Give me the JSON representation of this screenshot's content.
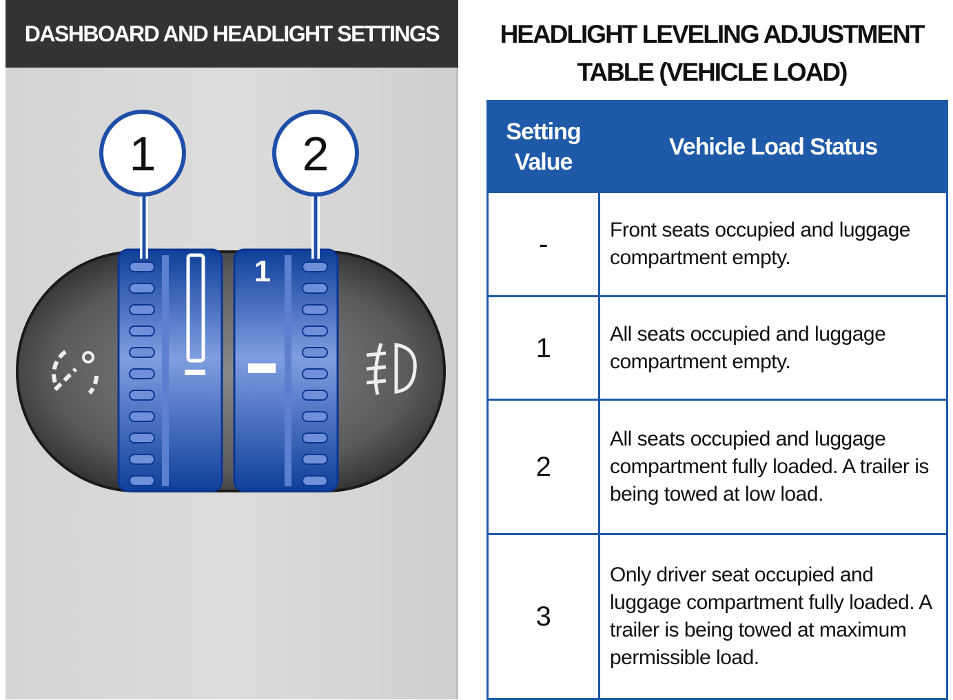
{
  "left_panel": {
    "title": "DASHBOARD AND HEADLIGHT SETTINGS",
    "callouts": [
      "1",
      "2"
    ],
    "wheel2_marks": {
      "top": "1",
      "middle": "-"
    },
    "icons": [
      "headlight-range-icon",
      "fog-light-icon"
    ]
  },
  "right_panel": {
    "title_line1": "HEADLIGHT LEVELING ADJUSTMENT",
    "title_line2": "TABLE (VEHICLE LOAD)",
    "table": {
      "headers": [
        "Setting Value",
        "Vehicle Load Status"
      ],
      "rows": [
        {
          "value": "-",
          "status": "Front seats occupied and luggage compartment empty."
        },
        {
          "value": "1",
          "status": "All seats occupied and luggage compartment empty."
        },
        {
          "value": "2",
          "status": "All seats occupied and luggage compartment fully loaded. A trailer is being towed at low load."
        },
        {
          "value": "3",
          "status": "Only driver seat occupied and luggage compartment fully loaded. A trailer is being towed at maximum permissible load."
        }
      ]
    }
  },
  "colors": {
    "accent": "#1e5aa8",
    "header": "#333333"
  }
}
